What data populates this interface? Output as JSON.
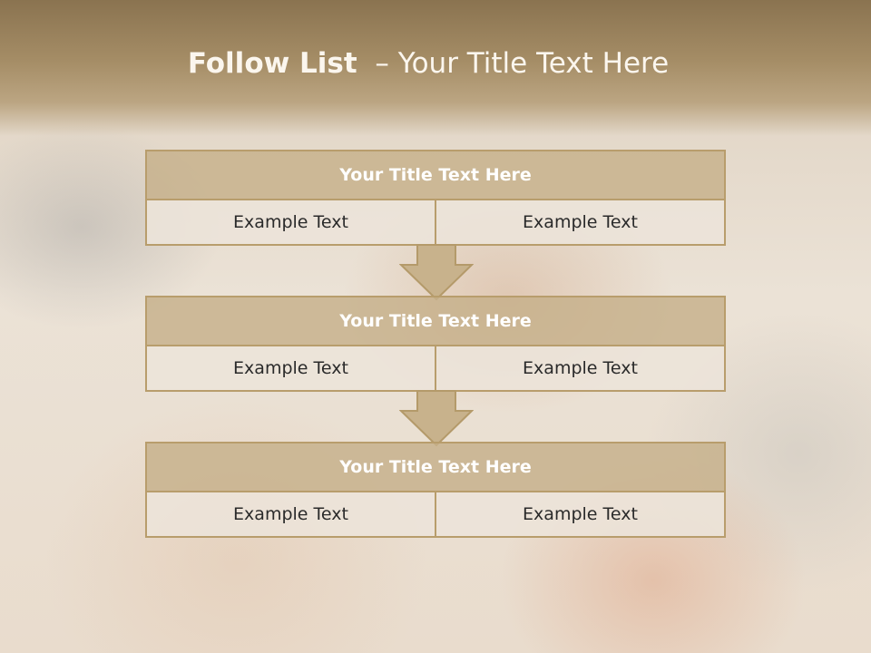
{
  "slide": {
    "title_bold": "Follow List",
    "title_rest": "  – Your Title Text Here"
  },
  "blocks": [
    {
      "title": "Your Title Text Here",
      "left": "Example Text",
      "right": "Example Text"
    },
    {
      "title": "Your Title Text Here",
      "left": "Example Text",
      "right": "Example Text"
    },
    {
      "title": "Your Title Text Here",
      "left": "Example Text",
      "right": "Example Text"
    }
  ],
  "colors": {
    "header_band": "#a58d66",
    "block_title": "#c6b08a",
    "border": "#b89d6c",
    "cell": "#ece4da"
  },
  "icons": [
    "down-arrow-icon"
  ]
}
